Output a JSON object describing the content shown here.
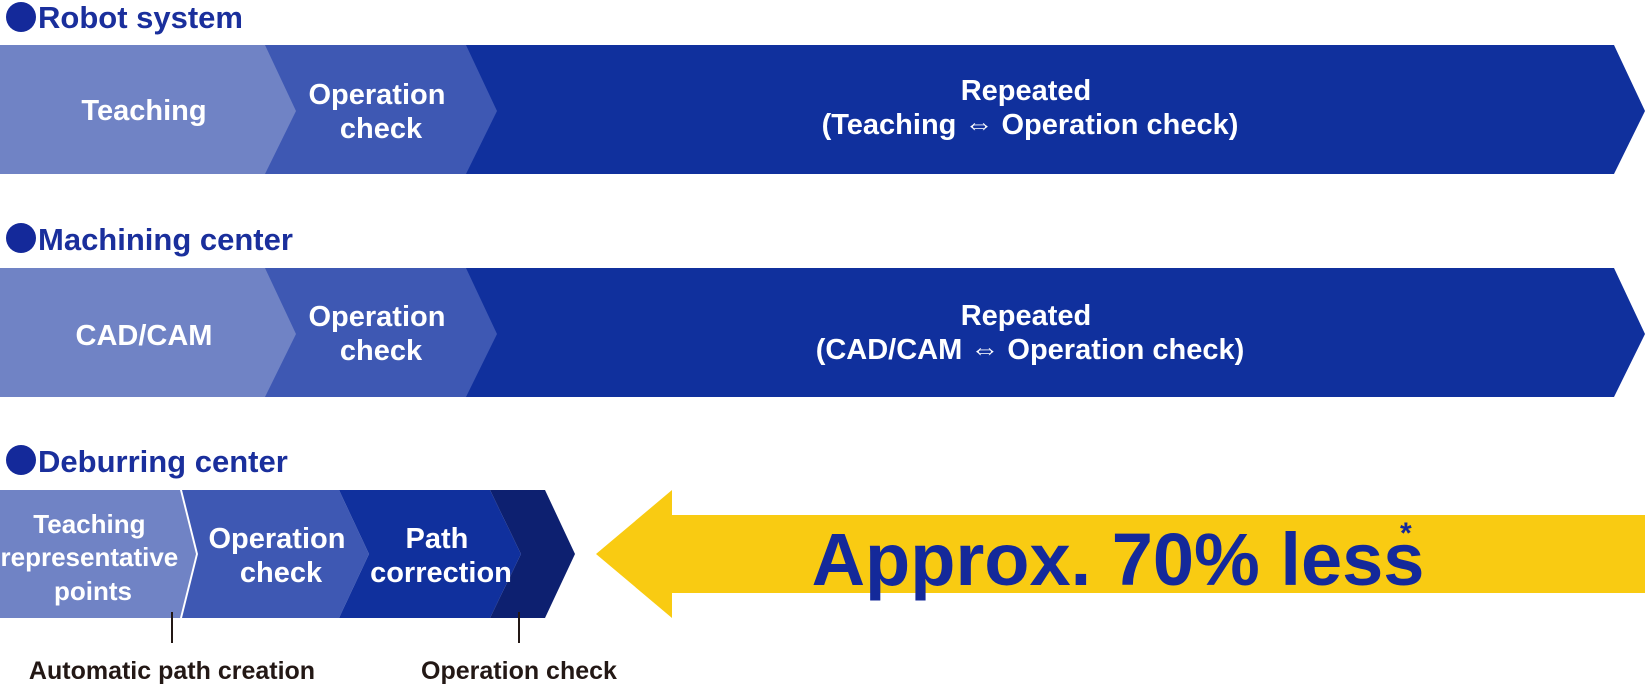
{
  "colors": {
    "title": "#1a2f9c",
    "bullet": "#14299a",
    "step_light": "#7083c5",
    "step_mid": "#3e58b3",
    "step_dark": "#10309d",
    "step_darkest": "#0d2070",
    "arrow_yellow": "#f9cb12",
    "highlight_text": "#14299a",
    "note_text": "#231815"
  },
  "sections": {
    "robot": {
      "title": "Robot system",
      "teaching": "Teaching",
      "operation_check": [
        "Operation",
        "check"
      ],
      "repeated": [
        "Repeated",
        "(Teaching ⇔ Operation check)"
      ]
    },
    "machining": {
      "title": "Machining center",
      "cadcam": "CAD/CAM",
      "operation_check": [
        "Operation",
        "check"
      ],
      "repeated": [
        "Repeated",
        "(CAD/CAM ⇔ Operation check)"
      ]
    },
    "deburring": {
      "title": "Deburring center",
      "teaching_points": [
        "Teaching",
        "representative",
        "points"
      ],
      "operation_check": [
        "Operation",
        "check"
      ],
      "path_correction": [
        "Path",
        "correction"
      ],
      "note_auto": "Automatic path creation",
      "note_check": "Operation check"
    }
  },
  "highlight": {
    "text": "Approx. 70% less",
    "asterisk": "*"
  }
}
